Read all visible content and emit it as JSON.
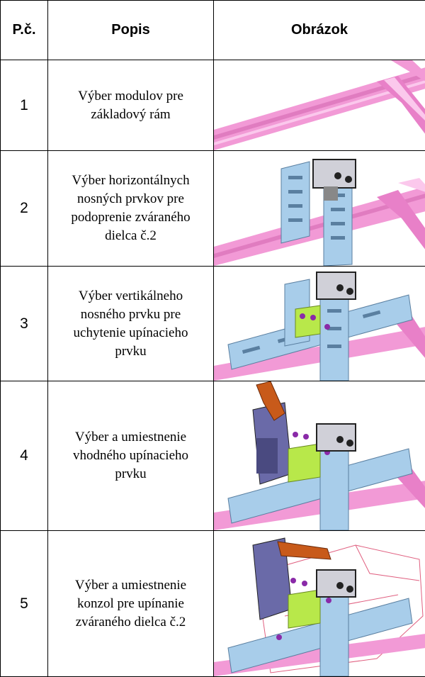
{
  "headers": {
    "num": "P.č.",
    "desc": "Popis",
    "img": "Obrázok"
  },
  "rows": [
    {
      "num": "1",
      "lines": [
        "Výber modulov pre",
        "základový rám"
      ],
      "image": "base-frame-modules"
    },
    {
      "num": "2",
      "lines": [
        "Výber horizontálnych",
        "nosných prvkov pre",
        "podoprenie zváraného",
        "dielca č.2"
      ],
      "image": "horizontal-supports"
    },
    {
      "num": "3",
      "lines": [
        "Výber vertikálneho",
        "nosného prvku pre",
        "uchytenie upínacieho",
        "prvku"
      ],
      "image": "vertical-support"
    },
    {
      "num": "4",
      "lines": [
        "Výber a umiestnenie",
        "vhodného upínacieho",
        "prvku"
      ],
      "image": "clamp-placement"
    },
    {
      "num": "5",
      "lines": [
        "Výber a umiestnenie",
        "konzol pre upínanie",
        "zváraného dielca č.2"
      ],
      "image": "brackets-placement"
    }
  ],
  "colors": {
    "frame": "#f29ad6",
    "module": "#a8cdea",
    "bracket": "#b8e84a",
    "clamp": "#6a6aa8",
    "arm": "#c85a1a"
  }
}
